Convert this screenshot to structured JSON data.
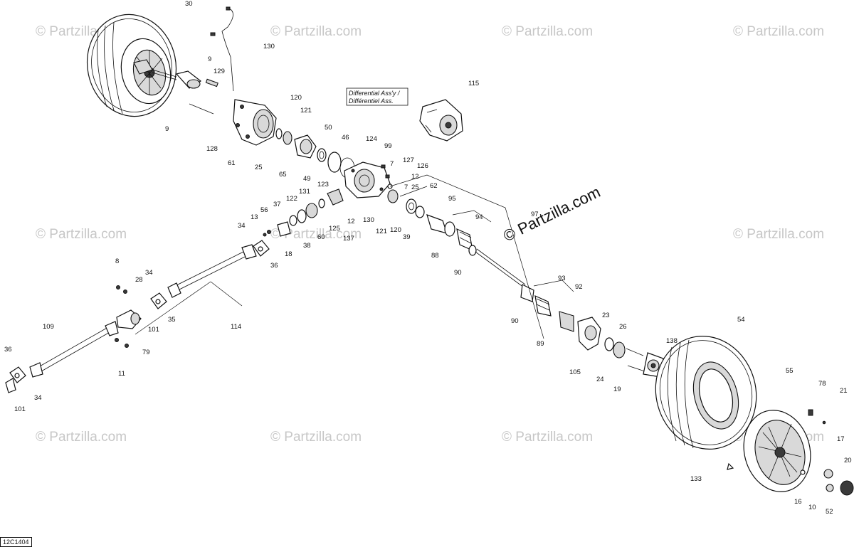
{
  "diagram_id": "12C1404",
  "watermark": "© Partzilla.com",
  "center_watermark": "© Partzilla.com",
  "differential_label": "Differential Ass'y /",
  "differential_label_2": "Différentiel Ass.",
  "callouts": [
    "30",
    "130",
    "9",
    "129",
    "120",
    "9",
    "128",
    "61",
    "121",
    "25",
    "50",
    "46",
    "124",
    "65",
    "49",
    "99",
    "127",
    "126",
    "12",
    "7",
    "7",
    "25",
    "115",
    "62",
    "131",
    "123",
    "122",
    "37",
    "56",
    "13",
    "34",
    "125",
    "60",
    "38",
    "12",
    "130",
    "137",
    "121",
    "120",
    "39",
    "95",
    "94",
    "97",
    "88",
    "90",
    "18",
    "36",
    "8",
    "34",
    "28",
    "35",
    "101",
    "79",
    "114",
    "109",
    "11",
    "36",
    "34",
    "101",
    "93",
    "92",
    "90",
    "89",
    "23",
    "26",
    "138",
    "105",
    "24",
    "19",
    "54",
    "55",
    "78",
    "21",
    "17",
    "20",
    "133",
    "16",
    "10",
    "52"
  ],
  "colors": {
    "line": "#111111",
    "watermark": "#c7c7c7",
    "fill": "#d9d9d9"
  }
}
